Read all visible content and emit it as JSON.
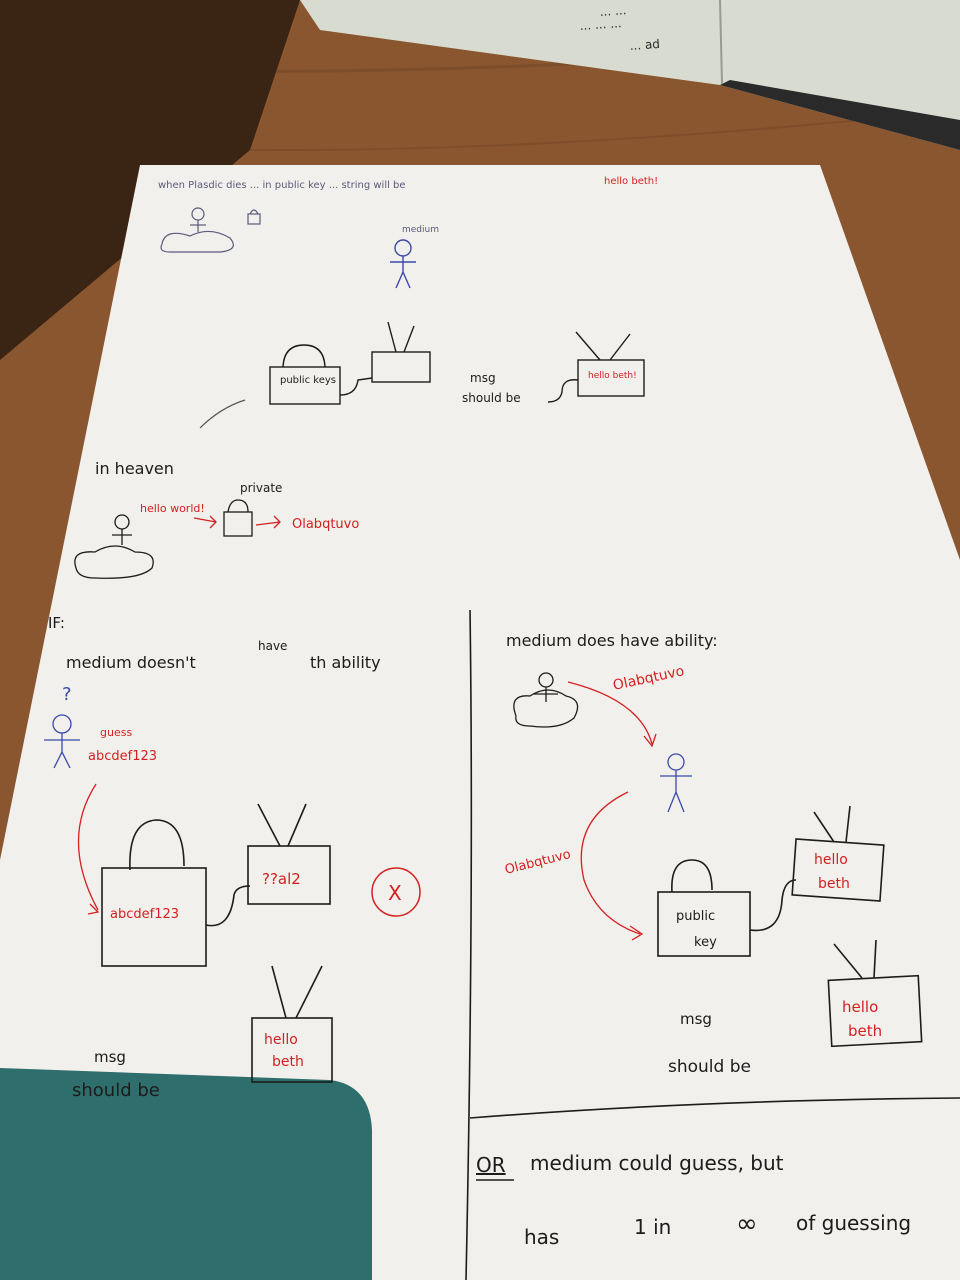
{
  "header_note": "when Plasdic dies ... in public key ... string will be",
  "header_note_red": "hello beth!",
  "top": {
    "medium_label": "medium",
    "lock_label": "public keys",
    "msg_label_1": "msg",
    "msg_label_2": "should be",
    "tv_text": "hello beth!"
  },
  "heaven": {
    "title": "in heaven",
    "private_label": "private",
    "plain_text": "hello world!",
    "cipher": "Olabqtuvo"
  },
  "left": {
    "if_label": "IF:",
    "have_label": "have",
    "condition": "medium doesn't",
    "condition_end": "th ability",
    "question": "?",
    "guess_label": "guess",
    "guess_value": "abcdef123",
    "lock_text": "abcdef123",
    "tv_text": "??al2",
    "cross": "X",
    "msg_label_1": "msg",
    "msg_label_2": "should be",
    "tv2_line1": "hello",
    "tv2_line2": "beth"
  },
  "right": {
    "condition": "medium does have ability:",
    "cipher_top": "Olabqtuvo",
    "cipher_left": "Olabqtuvo",
    "lock_line1": "public",
    "lock_line2": "key",
    "tv1_line1": "hello",
    "tv1_line2": "beth",
    "tv2_line1": "hello",
    "tv2_line2": "beth",
    "msg_label_1": "msg",
    "msg_label_2": "should be"
  },
  "bottom": {
    "or_label": "OR",
    "line1": "medium could guess, but",
    "line2_a": "has",
    "line2_b": "1 in",
    "line2_c": "∞",
    "line2_d": "of guessing"
  },
  "notebook_scribbles": [
    "... ...",
    "... ... ...",
    "... ad"
  ]
}
